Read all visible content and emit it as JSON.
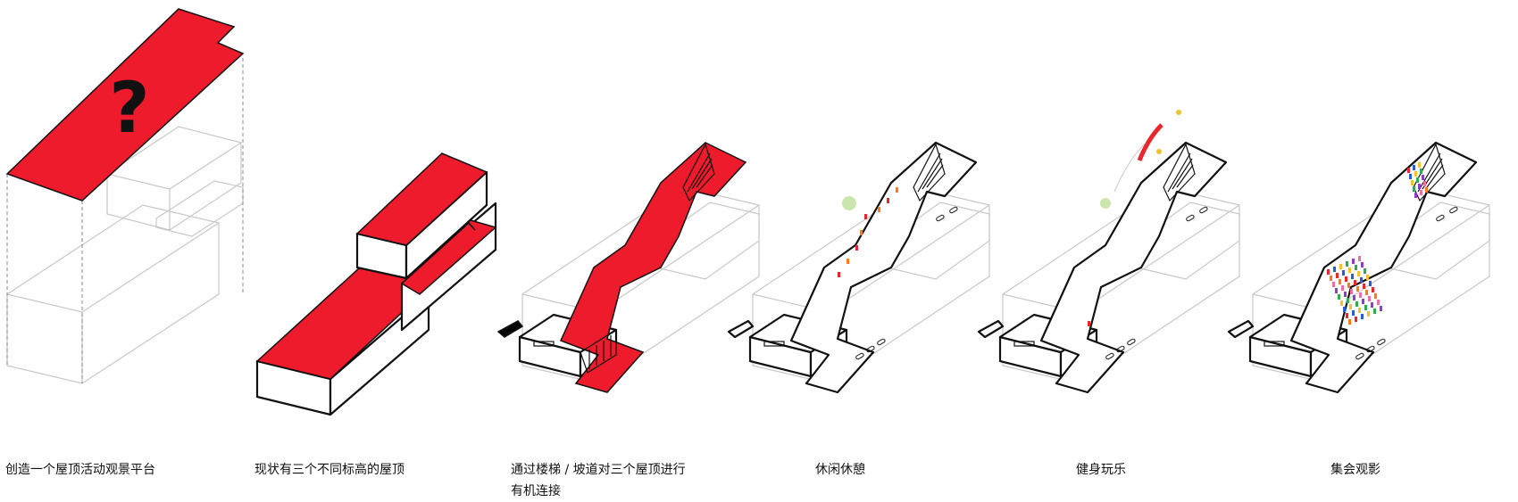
{
  "colors": {
    "roof_red": "#ee1b2c",
    "line": "#111111",
    "ghost": "#c8c8c8",
    "bg": "#ffffff"
  },
  "question_mark": "?",
  "steps": [
    {
      "caption_lines": [
        "创造一个屋顶活动观景平台"
      ],
      "icon": "question-mark-icon"
    },
    {
      "caption_lines": [
        "现状有三个不同标高的屋顶"
      ],
      "icon": "split-roofs-icon"
    },
    {
      "caption_lines": [
        "通过楼梯 / 坡道对三个屋顶进行",
        "有机连接"
      ],
      "icon": "ramp-connection-icon"
    },
    {
      "caption_lines": [
        "休闲休憩"
      ],
      "icon": "leisure-icon"
    },
    {
      "caption_lines": [
        "健身玩乐"
      ],
      "icon": "fitness-icon"
    },
    {
      "caption_lines": [
        "集会观影"
      ],
      "icon": "gathering-icon"
    }
  ]
}
